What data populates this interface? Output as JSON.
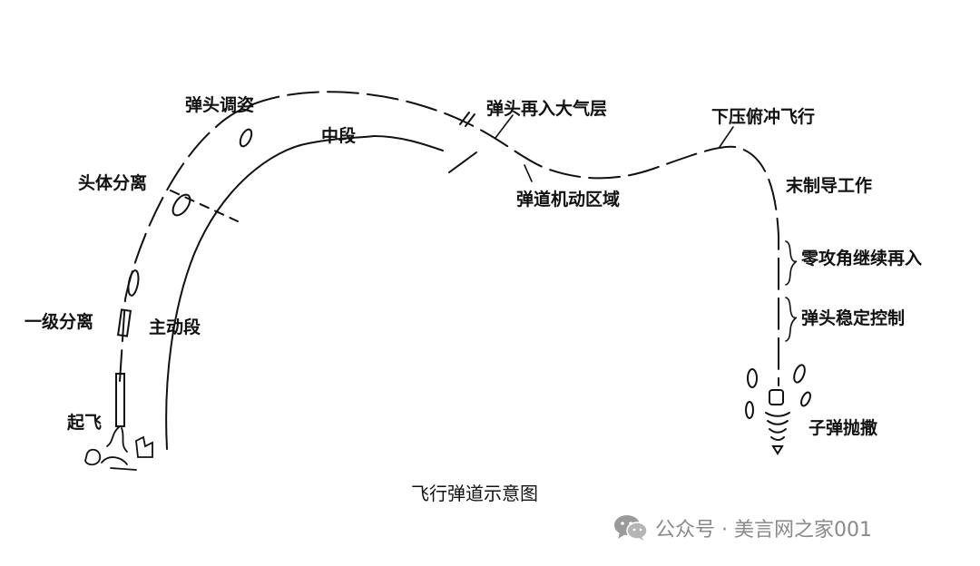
{
  "labels": {
    "warhead_attitude": "弹头调姿",
    "midcourse": "中段",
    "reentry": "弹头再入大气层",
    "dive_flight": "下压俯冲飞行",
    "head_body_sep": "头体分离",
    "ballistic_maneuver": "弹道机动区域",
    "terminal_guidance": "末制导工作",
    "zero_aoa_reentry": "零攻角继续再入",
    "stage1_sep": "一级分离",
    "boost_phase": "主动段",
    "warhead_stable": "弹头稳定控制",
    "launch": "起飞",
    "submunition": "子弹抛撒"
  },
  "caption": "飞行弹道示意图",
  "watermark": {
    "icon": "wechat-icon",
    "text": "公众号 · 美言网之家001"
  },
  "colors": {
    "ink": "#111111",
    "watermark": "#8a8a8a"
  }
}
